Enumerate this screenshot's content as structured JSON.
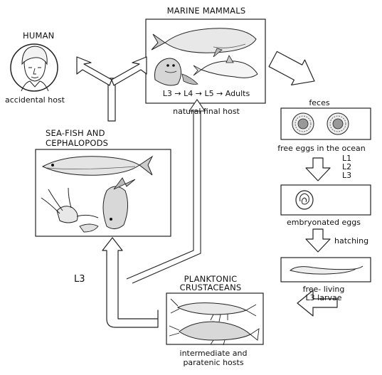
{
  "hosts": {
    "human": {
      "title": "HUMAN",
      "role": "accidental host"
    },
    "marine_mammals": {
      "title": "MARINE MAMMALS",
      "stages": "L3 → L4 → L5 → Adults",
      "role": "natural final host"
    },
    "sea_fish": {
      "title_line1": "SEA-FISH AND",
      "title_line2": "CEPHALOPODS"
    },
    "crustaceans": {
      "title_line1": "PLANKTONIC",
      "title_line2": "CRUSTACEANS",
      "role_line1": "intermediate and",
      "role_line2": "paratenic hosts"
    }
  },
  "cycle": {
    "feces": "feces",
    "free_eggs": "free eggs in the ocean",
    "molts": [
      "L1",
      "L2",
      "L3"
    ],
    "embryonated": "embryonated eggs",
    "hatching": "hatching",
    "free_living_line1": "free- living",
    "free_living_line2": "L3 larvae",
    "l3": "L3"
  }
}
